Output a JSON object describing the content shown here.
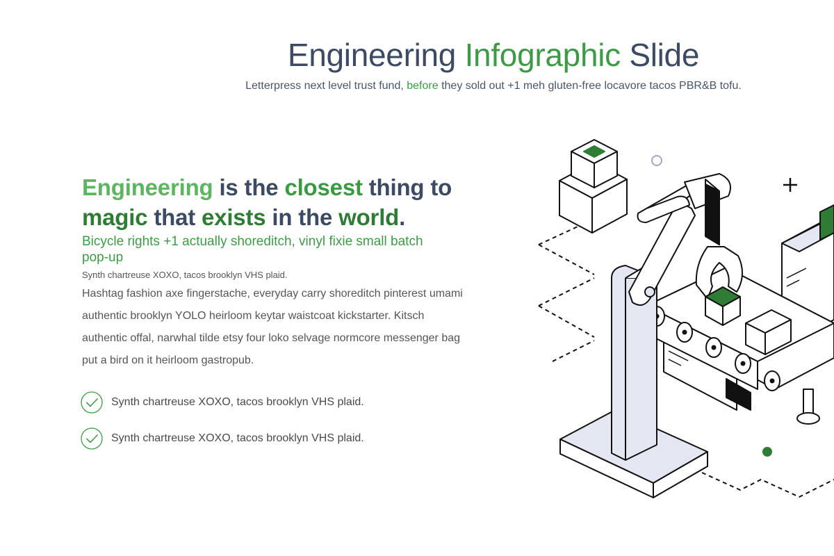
{
  "header": {
    "title_part1": "Engineering ",
    "title_part2": "Infographic",
    "title_part3": " Slide",
    "subtitle_part1": "Letterpress next level trust fund, ",
    "subtitle_part2": "before",
    "subtitle_part3": " they sold out +1 meh gluten-free locavore tacos PBR&B tofu."
  },
  "content": {
    "headline": {
      "w1": "Engineering",
      "t1": " is the ",
      "w2": "closest",
      "t2": " thing to ",
      "w3": "magic",
      "t3": " that ",
      "w4": "exists",
      "t4": " in the ",
      "w5": "world",
      "t5": "."
    },
    "lead": "Bicycle rights +1 actually shoreditch, vinyl fixie small batch pop-up",
    "small_note": "Synth chartreuse XOXO, tacos brooklyn VHS plaid.",
    "paragraph": "Hashtag fashion axe fingerstache, everyday carry shoreditch pinterest umami authentic brooklyn YOLO heirloom keytar waistcoat kickstarter. Kitsch authentic offal, narwhal tilde etsy four loko selvage normcore messenger bag put a bird on it heirloom gastropub.",
    "checklist": [
      {
        "label": "Synth chartreuse XOXO, tacos brooklyn VHS plaid.",
        "icon": "check-circle-icon"
      },
      {
        "label": "Synth chartreuse XOXO, tacos brooklyn VHS plaid.",
        "icon": "check-circle-icon"
      }
    ]
  },
  "colors": {
    "navy": "#3d4a63",
    "green": "#3d9a46",
    "dark_green": "#2f7d34",
    "light_green": "#5cb55f",
    "arm_fill": "#e4e6f1"
  }
}
